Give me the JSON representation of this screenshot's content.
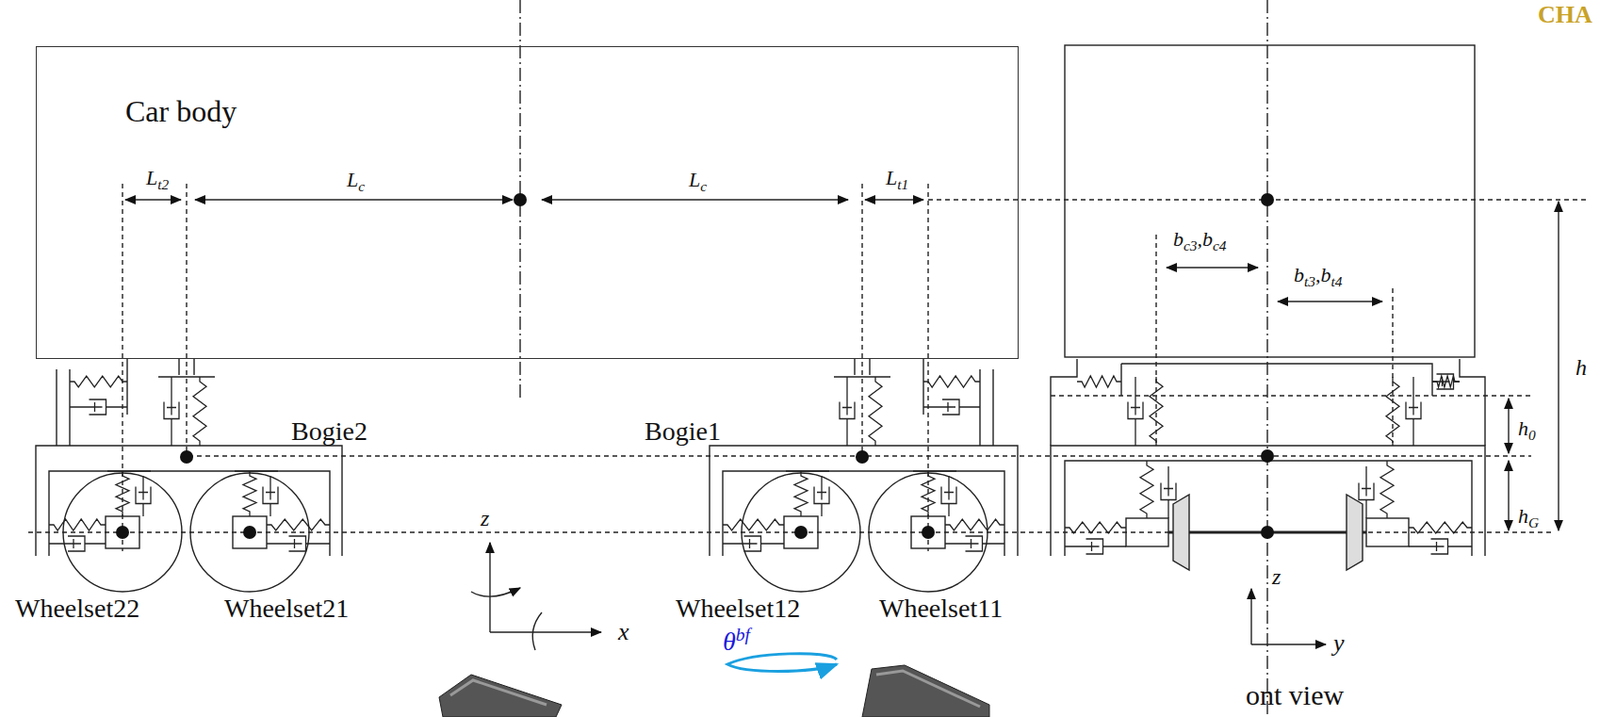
{
  "diagram": {
    "nodes": [
      {
        "text": [
          "Car body"
        ]
      }
    ],
    "labels": [
      "CHA",
      "Lt2",
      "Lc",
      "Lc",
      "Lt1",
      "bc3,bc4",
      "bt3,bt4",
      "h",
      "h0",
      "hG",
      "Bogie2",
      "Bogie1",
      "Wheelset22",
      "Wheelset21",
      "Wheelset12",
      "Wheelset11",
      "z",
      "x",
      "θbf",
      "z",
      "y",
      "ont view"
    ]
  }
}
